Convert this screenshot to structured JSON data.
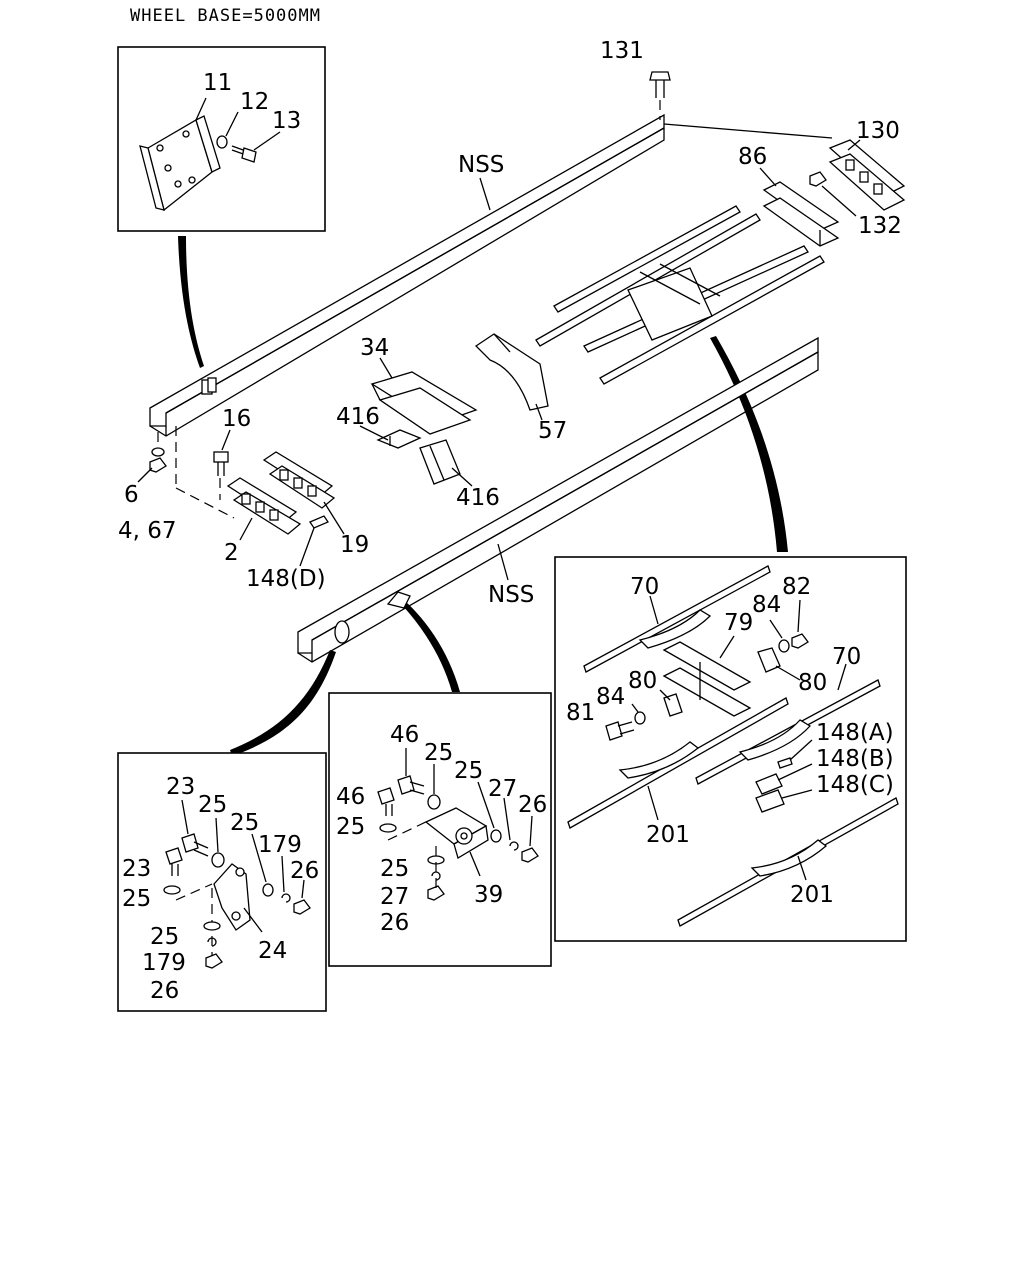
{
  "header": {
    "title": "WHEEL BASE=5000MM"
  },
  "labels": {
    "l11": "11",
    "l12": "12",
    "l13": "13",
    "l131": "131",
    "l130": "130",
    "l86": "86",
    "l132": "132",
    "nss_top": "NSS",
    "nss_bottom": "NSS",
    "l34": "34",
    "l416a": "416",
    "l416b": "416",
    "l57": "57",
    "l16": "16",
    "l6": "6",
    "l4_67": "4, 67",
    "l2": "2",
    "l19": "19",
    "l148d": "148(D)",
    "l70a": "70",
    "l82": "82",
    "l84a": "84",
    "l79": "79",
    "l80a": "80",
    "l80b": "80",
    "l70b": "70",
    "l84b": "84",
    "l81": "81",
    "l148a": "148(A)",
    "l148b": "148(B)",
    "l148c": "148(C)",
    "l201a": "201",
    "l201b": "201",
    "l46a": "46",
    "l25a": "25",
    "l25b": "25",
    "l27a": "27",
    "l26a": "26",
    "l46b": "46",
    "l25c": "25",
    "l25d": "25",
    "l39": "39",
    "l27b": "27",
    "l26b": "26",
    "l23a": "23",
    "l25e": "25",
    "l25f": "25",
    "l179a": "179",
    "l26c": "26",
    "l23b": "23",
    "l25g": "25",
    "l25h": "25",
    "l24": "24",
    "l179b": "179",
    "l26d": "26"
  }
}
